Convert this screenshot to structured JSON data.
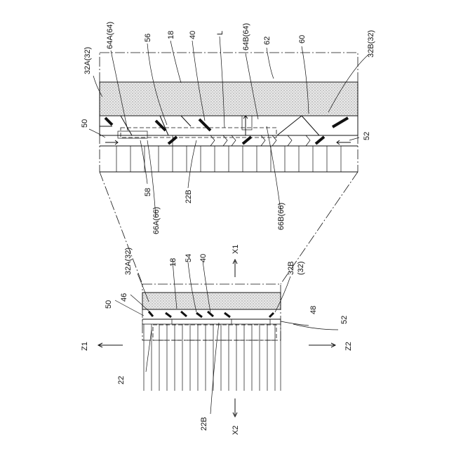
{
  "labels": {
    "ref_64A": "64A(64)",
    "ref_56": "56",
    "ref_18_top": "18",
    "ref_40_top": "40",
    "ref_L": "L",
    "ref_64B": "64B(64)",
    "ref_62": "62",
    "ref_60": "60",
    "ref_32A_top": "32A(32)",
    "ref_32B_top": "32B(32)",
    "ref_50_top": "50",
    "ref_52_top": "52",
    "ref_58": "58",
    "ref_66A": "66A(66)",
    "ref_22B_top": "22B",
    "ref_66B": "66B(66)",
    "ref_32A_bot": "32A(32)",
    "ref_18_bot": "18",
    "ref_54": "54",
    "ref_40_bot": "40",
    "ref_X1": "X1",
    "ref_32B_bot": "32B",
    "ref_32_bot": "(32)",
    "ref_50_bot": "50",
    "ref_46": "46",
    "ref_48": "48",
    "ref_52_bot": "52",
    "ref_Z1": "Z1",
    "ref_Z2": "Z2",
    "ref_22": "22",
    "ref_22B_bot": "22B",
    "ref_X2": "X2"
  }
}
